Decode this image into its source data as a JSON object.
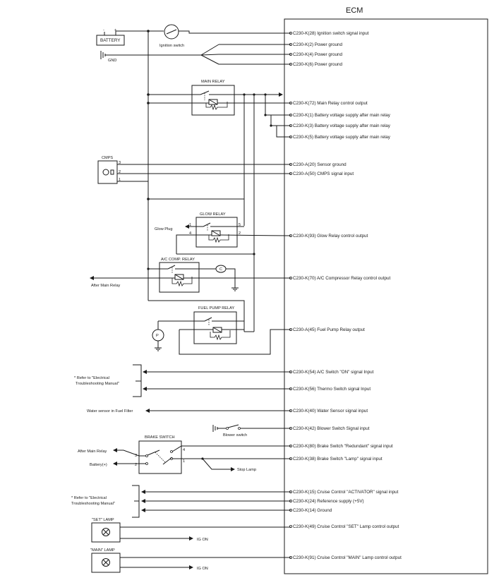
{
  "ecm": {
    "title": "ECM",
    "pins": [
      "C230-K(28) Ignition switch signal input",
      "C230-K(2) Power ground",
      "C230-K(4) Power ground",
      "C230-K(6) Power ground",
      "C230-K(72) Main Relay control output",
      "C230-K(1) Battery voltage supply after main relay",
      "C230-K(3) Battery voltage supply after main relay",
      "C230-K(5) Battery voltage supply after main relay",
      "C230-A(20) Sensor ground",
      "C230-A(50) CMPS signal input",
      "C230-K(93) Glow Relay control output",
      "C230-K(70) A/C Compressor Relay control output",
      "C230-A(45) Fuel Pump Relay output",
      "C230-K(54) A/C Switch \"ON\" signal Input",
      "C230-K(56) Thermo Switch signal Input",
      "C230-K(40) Water Sensor signal input",
      "C230-K(42) Blower Switch Signal input",
      "C230-K(80) Brake Switch \"Redundant\" signal input",
      "C230-K(38) Brake Switch \"Lamp\" signal input",
      "C230-K(15) Cruise Control \"ACTIVATOR\" signal input",
      "C230-K(24) Reference supply (+5V)",
      "C230-K(14) Ground",
      "C230-K(49) Cruise Control \"SET\" Lamp control output",
      "C230-K(91) Cruise Control \"MAIN\" Lamp control output"
    ]
  },
  "components": {
    "battery": "BATTERY",
    "battery_minus": "-",
    "battery_plus": "+",
    "ignition_switch": "Ignition switch",
    "gnd": "GND",
    "main_relay": "MAIN RELAY",
    "cmps": "CMPS",
    "cmps_pins": [
      "3",
      "2",
      "1"
    ],
    "glow_relay": "GLOW RELAY",
    "glow_plug": "Glow Plug",
    "glow_pins": [
      "1",
      "4",
      "5",
      "2"
    ],
    "ac_relay": "A/C COMP. RELAY",
    "after_main_relay": "After Main Relay",
    "fuel_pump_relay": "FUEL PUMP RELAY",
    "pump_symbol": "P",
    "compressor_symbol": "C",
    "refer_note_1": "* Refer to \"Electrical",
    "refer_note_2": "Troubleshooting Manual\"",
    "water_sensor": "Water sensor in Fuel Filter",
    "blower_switch": "Blower switch",
    "brake_switch": "BRAKE SWITCH",
    "brake_after_main_relay": "After Main Relay",
    "brake_battery": "Battery(+)",
    "brake_pins": [
      "3",
      "2",
      "4",
      "1"
    ],
    "stop_lamp": "Stop Lamp",
    "refer2_note_1": "* Refer to \"Electrical",
    "refer2_note_2": "Troubleshooting Manual\"",
    "set_lamp": "\"SET\" LAMP",
    "main_lamp": "\"MAIN\" LAMP",
    "ig_on_1": "IG ON",
    "ig_on_2": "IG ON"
  }
}
